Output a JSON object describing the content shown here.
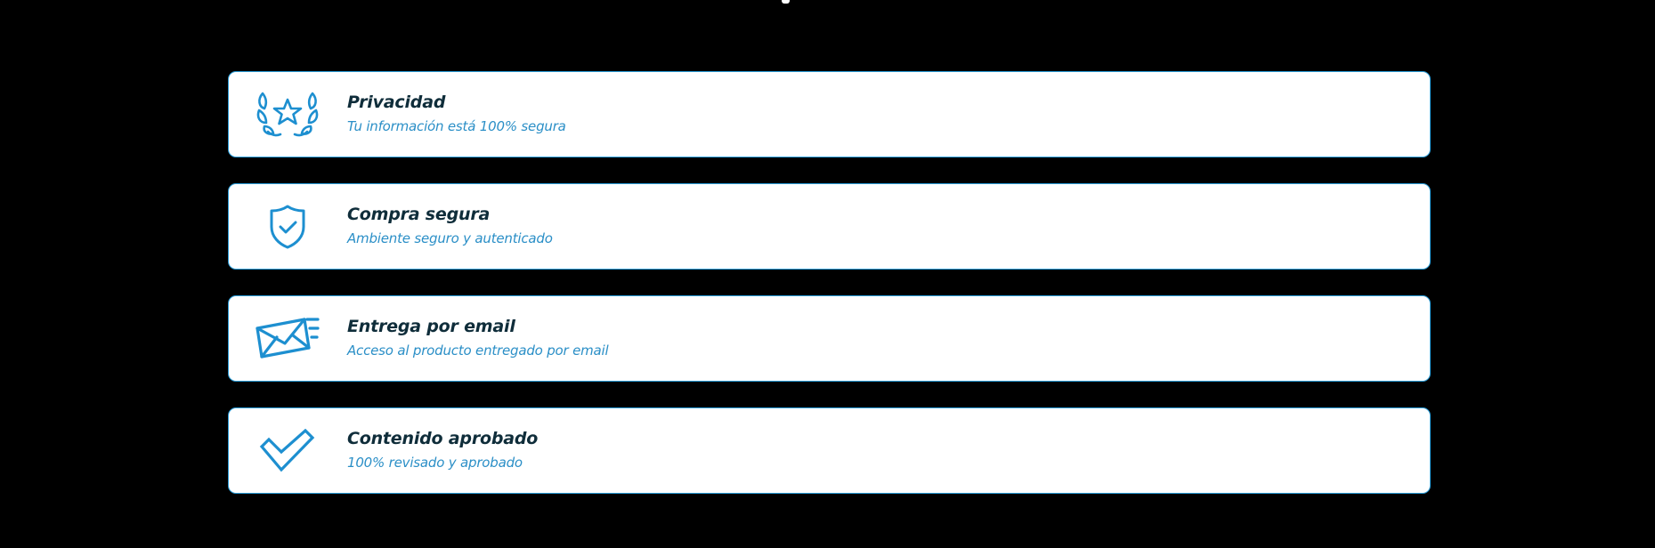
{
  "colors": {
    "background": "#000000",
    "card_background": "#ffffff",
    "card_border": "#2c9fdb",
    "icon": "#1d8fd0",
    "title_text": "#0f2d3a",
    "subtitle_text": "#2b8fc7"
  },
  "features": [
    {
      "icon": "laurel-star-icon",
      "title": "Privacidad",
      "subtitle": "Tu información está 100% segura"
    },
    {
      "icon": "shield-check-icon",
      "title": "Compra segura",
      "subtitle": "Ambiente seguro y autenticado"
    },
    {
      "icon": "envelope-icon",
      "title": "Entrega por email",
      "subtitle": "Acceso al producto entregado por email"
    },
    {
      "icon": "checkmark-icon",
      "title": "Contenido aprobado",
      "subtitle": "100% revisado y aprobado"
    }
  ]
}
